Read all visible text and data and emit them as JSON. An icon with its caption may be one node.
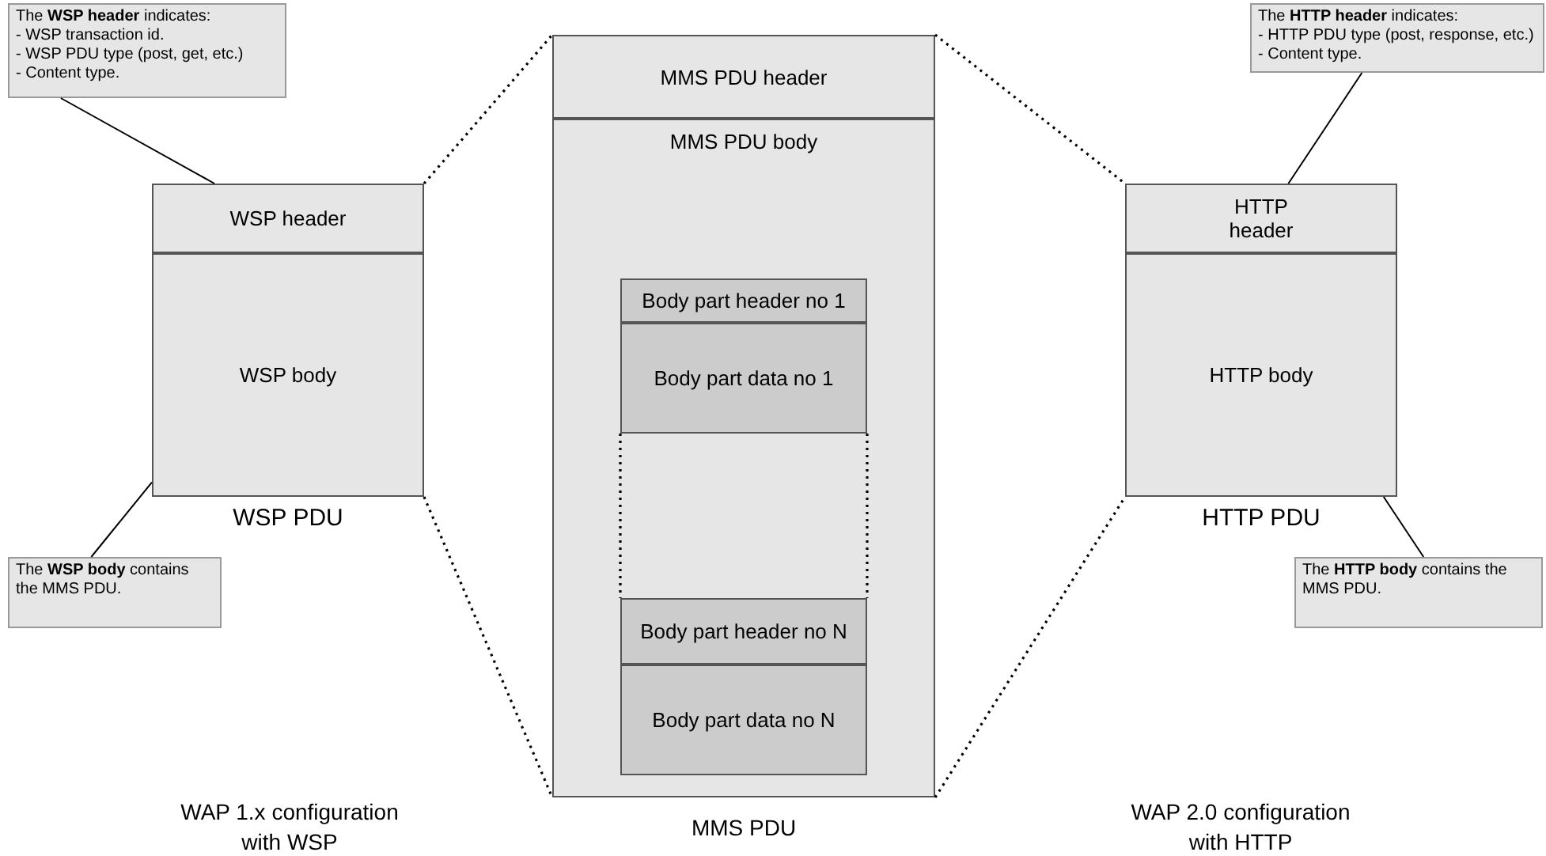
{
  "diagram": {
    "nodes": [
      {
        "text": [
          "The **WSP header** indicates:",
          "- WSP transaction id.",
          "- WSP PDU type (post, get, etc.)",
          "- Content type."
        ]
      },
      {
        "text": [
          "WSP PDU"
        ]
      },
      {
        "text": [
          "WSP header"
        ],
        "in": 1
      },
      {
        "text": [
          "WSP body"
        ],
        "in": 1
      },
      {
        "text": [
          "The **WSP body** contains the MMS PDU."
        ]
      },
      {
        "text": [],
        "shape": "box"
      },
      {
        "text": [
          "MMS PDU header"
        ],
        "in": 5
      },
      {
        "text": [
          "MMS PDU body"
        ],
        "in": 5
      },
      {
        "text": [
          "Body part header no 1"
        ],
        "in": 7
      },
      {
        "text": [
          "Body part data no 1"
        ],
        "in": 7
      },
      {
        "text": [
          "Body part header no N"
        ],
        "in": 7
      },
      {
        "text": [
          "Body part data no N"
        ],
        "in": 7
      },
      {
        "text": [
          "The **HTTP header** indicates:",
          "- HTTP PDU type (post, response, etc.)",
          "- Content type."
        ]
      },
      {
        "text": [
          "HTTP PDU"
        ]
      },
      {
        "text": [
          "HTTP header"
        ],
        "in": 13
      },
      {
        "text": [
          "HTTP body"
        ],
        "in": 13
      },
      {
        "text": [
          "The **HTTP body** contains the MMS PDU."
        ]
      }
    ],
    "edges": [
      {
        "from": 0,
        "to": 2,
        "arrow": "none"
      },
      {
        "from": 4,
        "to": 3,
        "arrow": "none"
      },
      {
        "from": 1,
        "to": 5,
        "arrow": "none",
        "style": "dashed"
      },
      {
        "from": 1,
        "to": 5,
        "arrow": "none",
        "style": "dashed"
      },
      {
        "from": 9,
        "to": 10,
        "arrow": "none",
        "style": "dashed"
      },
      {
        "from": 9,
        "to": 10,
        "arrow": "none",
        "style": "dashed"
      },
      {
        "from": 5,
        "to": 13,
        "arrow": "none",
        "style": "dashed"
      },
      {
        "from": 5,
        "to": 13,
        "arrow": "none",
        "style": "dashed"
      },
      {
        "from": 12,
        "to": 14,
        "arrow": "none"
      },
      {
        "from": 16,
        "to": 15,
        "arrow": "none"
      }
    ],
    "labels": [
      "WAP 1.x configuration with WSP",
      "MMS PDU",
      "WAP 2.0 configuration with HTTP"
    ]
  }
}
